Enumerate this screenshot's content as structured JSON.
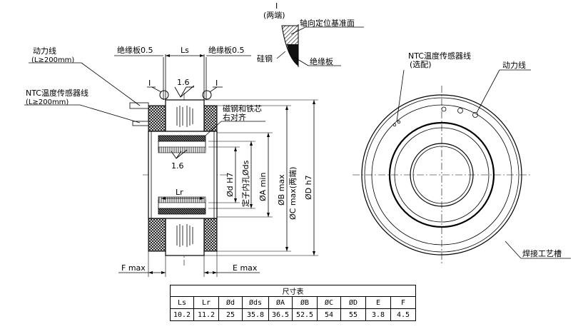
{
  "detail": {
    "mark": "I",
    "ends_note": "(两端)",
    "axial_ref": "轴向定位基准面",
    "silicon_steel": "硅钢",
    "insulation": "绝缘板"
  },
  "left_view": {
    "insulation_left": "绝缘板0.5",
    "ls": "Ls",
    "insulation_right": "绝缘板0.5",
    "power_line": "动力线",
    "power_line_len": "(L≥200mm)",
    "ntc_line": "NTC温度传感器线",
    "ntc_len": "(L≥200mm)",
    "mark_left": "I",
    "mark_right": "I",
    "roughness_top": "1.6",
    "roughness_bore": "1.6",
    "magnet_align_1": "磁钢和铁芯",
    "magnet_align_2": "右对齐",
    "lr": "Lr",
    "dia_d": "Ød H7",
    "dia_ds": "定子内孔Øds",
    "dia_a": "ØA min",
    "dia_b": "ØB max",
    "dia_c": "ØC max(两端)",
    "dia_dh": "ØD h7",
    "f_max": "F max",
    "e_max": "E max"
  },
  "right_view": {
    "ntc_line": "NTC温度传感器线",
    "ntc_opt": "(选配)",
    "power_line": "动力线",
    "weld_groove": "焊接工艺槽"
  },
  "dim_table": {
    "title": "尺寸表",
    "headers": [
      "Ls",
      "Lr",
      "Ød",
      "Øds",
      "ØA",
      "ØB",
      "ØC",
      "ØD",
      "E",
      "F"
    ],
    "values": [
      "10.2",
      "11.2",
      "25",
      "35.8",
      "36.5",
      "52.5",
      "54",
      "55",
      "3.8",
      "4.5"
    ]
  }
}
